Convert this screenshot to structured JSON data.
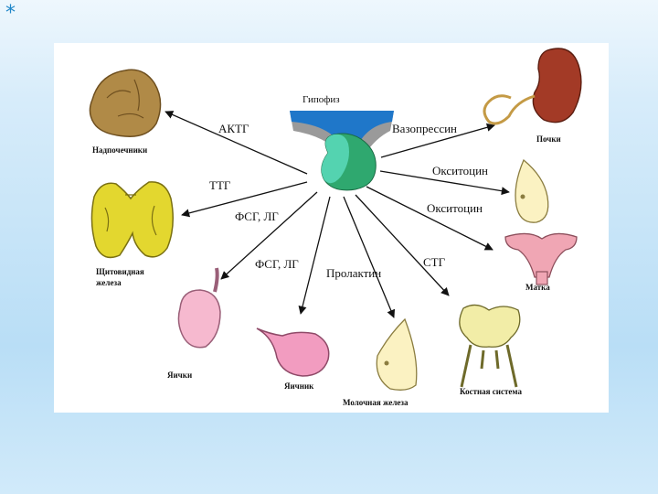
{
  "center": {
    "label": "Гипофиз"
  },
  "organs": {
    "adrenals": "Надпочечники",
    "thyroid": "Щитовидная железа",
    "testes": "Яички",
    "ovary": "Яичник",
    "mammary": "Молочная железа",
    "bones": "Костная система",
    "uterus": "Матка",
    "kidney": "Почки"
  },
  "hormones": {
    "acth": "АКТГ",
    "tsh": "ТТГ",
    "fsh_lh_1": "ФСГ, ЛГ",
    "fsh_lh_2": "ФСГ, ЛГ",
    "prolactin": "Пролактин",
    "gh": "СТГ",
    "vasopressin": "Вазопрессин",
    "oxytocin_1": "Окситоцин",
    "oxytocin_2": "Окситоцин"
  },
  "decoration": {
    "corner_glyph": "*"
  },
  "colors": {
    "background": "#b9def6",
    "accent": "#1f86c8",
    "pituitary_blue": "#1f77c9",
    "pituitary_green": "#32c49a",
    "pituitary_gray": "#9a9a9a"
  }
}
